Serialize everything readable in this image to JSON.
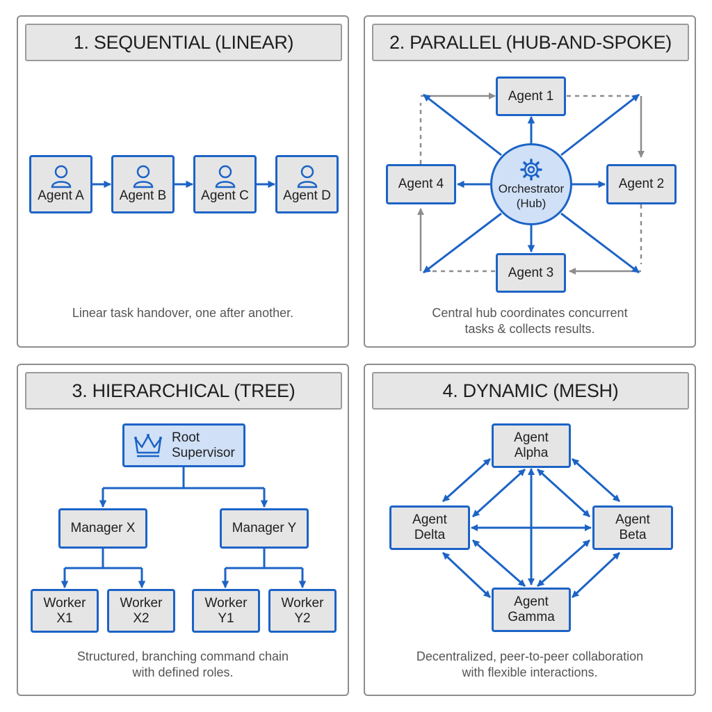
{
  "panels": [
    {
      "title": "1. SEQUENTIAL (LINEAR)",
      "nodes": [
        "Agent A",
        "Agent B",
        "Agent C",
        "Agent D"
      ],
      "node_icon": "person-icon",
      "caption": [
        "Linear task handover, one after another."
      ]
    },
    {
      "title": "2. PARALLEL (HUB-AND-SPOKE)",
      "hub": {
        "line1": "Orchestrator",
        "line2": "(Hub)",
        "icon": "gear-icon"
      },
      "nodes": [
        "Agent 1",
        "Agent 2",
        "Agent 3",
        "Agent 4"
      ],
      "caption": [
        "Central hub coordinates concurrent",
        "tasks & collects results."
      ]
    },
    {
      "title": "3. HIERARCHICAL (TREE)",
      "root": {
        "line1": "Root",
        "line2": "Supervisor",
        "icon": "crown-icon"
      },
      "managers": [
        "Manager X",
        "Manager Y"
      ],
      "workers": [
        {
          "line1": "Worker",
          "line2": "X1"
        },
        {
          "line1": "Worker",
          "line2": "X2"
        },
        {
          "line1": "Worker",
          "line2": "Y1"
        },
        {
          "line1": "Worker",
          "line2": "Y2"
        }
      ],
      "caption": [
        "Structured, branching command chain",
        "with defined roles."
      ]
    },
    {
      "title": "4. DYNAMIC (MESH)",
      "nodes": [
        {
          "line1": "Agent",
          "line2": "Alpha"
        },
        {
          "line1": "Agent",
          "line2": "Beta"
        },
        {
          "line1": "Agent",
          "line2": "Gamma"
        },
        {
          "line1": "Agent",
          "line2": "Delta"
        }
      ],
      "caption": [
        "Decentralized, peer-to-peer collaboration",
        "with flexible interactions."
      ]
    }
  ],
  "colors": {
    "accent": "#1c63c6",
    "node_fill": "#e5e5e5",
    "hub_fill": "#cfe0f7",
    "feedback": "#8d8d8d"
  }
}
